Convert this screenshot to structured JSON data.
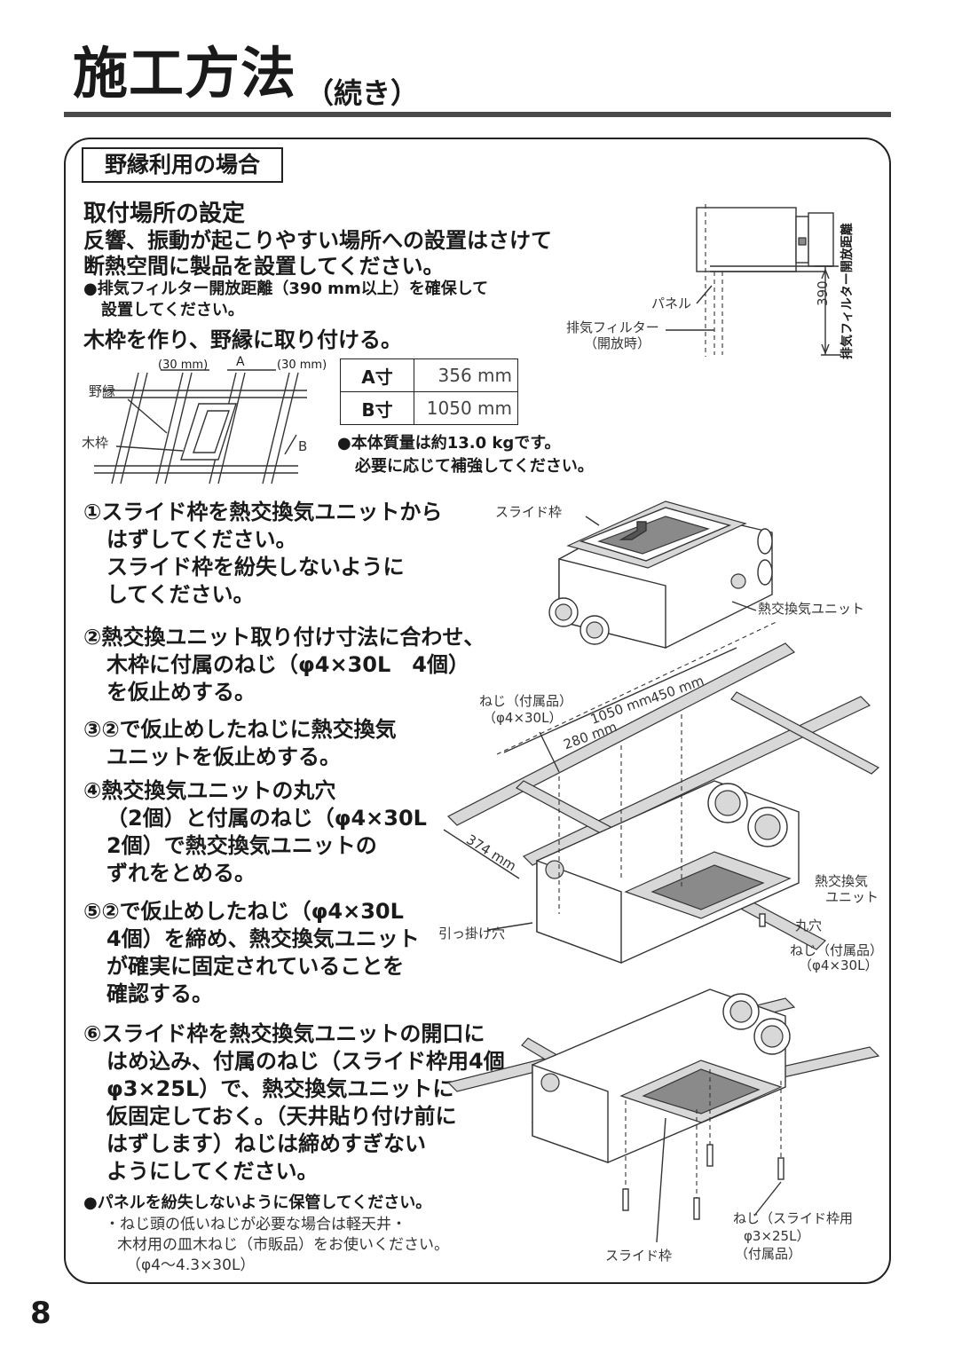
{
  "header": {
    "title": "施工方法",
    "subtitle": "（続き）"
  },
  "section_tag": "野縁利用の場合",
  "heading": "取付場所の設定",
  "intro": [
    "反響、振動が起こりやすい場所への設置はさけて",
    "断熱空間に製品を設置してください。"
  ],
  "note1": [
    "●排気フィルター開放距離（390 mm以上）を確保して",
    "設置してください。"
  ],
  "frame_heading": "木枠を作り、野縁に取り付ける。",
  "fig1": {
    "dim_left": "(30 mm)",
    "dim_a": "A",
    "dim_right": "(30 mm)",
    "noen": "野縁",
    "wakugi": "木枠",
    "dim_b": "B"
  },
  "fig_top": {
    "panel": "パネル",
    "filter": "排気フィルター",
    "filter_open": "（開放時）",
    "dist": "390",
    "dist_label": "排気フィルター開放距離"
  },
  "dims_table": [
    {
      "key": "A寸",
      "value": "356 mm"
    },
    {
      "key": "B寸",
      "value": "1050 mm"
    }
  ],
  "mass_note": [
    "●本体質量は約13.0 kgです。",
    "必要に応じて補強してください。"
  ],
  "steps": [
    {
      "lines": [
        "①スライド枠を熱交換気ユニットから",
        "はずしてください。",
        "スライド枠を紛失しないように",
        "してください。"
      ]
    },
    {
      "lines": [
        "②熱交換ユニット取り付け寸法に合わせ、",
        "木枠に付属のねじ（φ4×30L　4個）",
        "を仮止めする。"
      ]
    },
    {
      "lines": [
        "③②で仮止めしたねじに熱交換気",
        "ユニットを仮止めする。"
      ]
    },
    {
      "lines": [
        "④熱交換気ユニットの丸穴",
        "（2個）と付属のねじ（φ4×30L",
        "2個）で熱交換気ユニットの",
        "ずれをとめる。"
      ]
    },
    {
      "lines": [
        "⑤②で仮止めしたねじ（φ4×30L",
        "4個）を締め、熱交換気ユニット",
        "が確実に固定されていることを",
        "確認する。"
      ]
    },
    {
      "lines": [
        "⑥スライド枠を熱交換気ユニットの開口に",
        "はめ込み、付属のねじ（スライド枠用4個",
        "φ3×25L）で、熱交換気ユニットに",
        "仮固定しておく。（天井貼り付け前に",
        "はずします）ねじは締めすぎない",
        "ようにしてください。"
      ]
    }
  ],
  "fig2": {
    "slide_frame": "スライド枠",
    "unit": "熱交換気ユニット"
  },
  "fig3": {
    "screw": "ねじ（付属品）",
    "screw_spec": "（φ4×30L）",
    "d1050": "1050 mm",
    "d450": "450 mm",
    "d280": "280 mm",
    "d374": "374 mm",
    "hook_hole": "引っ掛け穴",
    "unit1": "熱交換気",
    "unit2": "ユニット",
    "round_hole": "丸穴",
    "screw2": "ねじ（付属品）",
    "screw2_spec": "（φ4×30L）"
  },
  "fig4": {
    "screw_a": "ねじ（スライド枠用",
    "screw_b": "φ3×25L）",
    "screw_c": "（付属品）",
    "slide_frame": "スライド枠"
  },
  "footer_note": {
    "main": "●パネルを紛失しないように保管してください。",
    "sub": [
      "・ねじ頭の低いねじが必要な場合は軽天井・",
      "木材用の皿木ねじ（市販品）をお使いください。",
      "（φ4〜4.3×30L）"
    ]
  },
  "page_number": "8"
}
